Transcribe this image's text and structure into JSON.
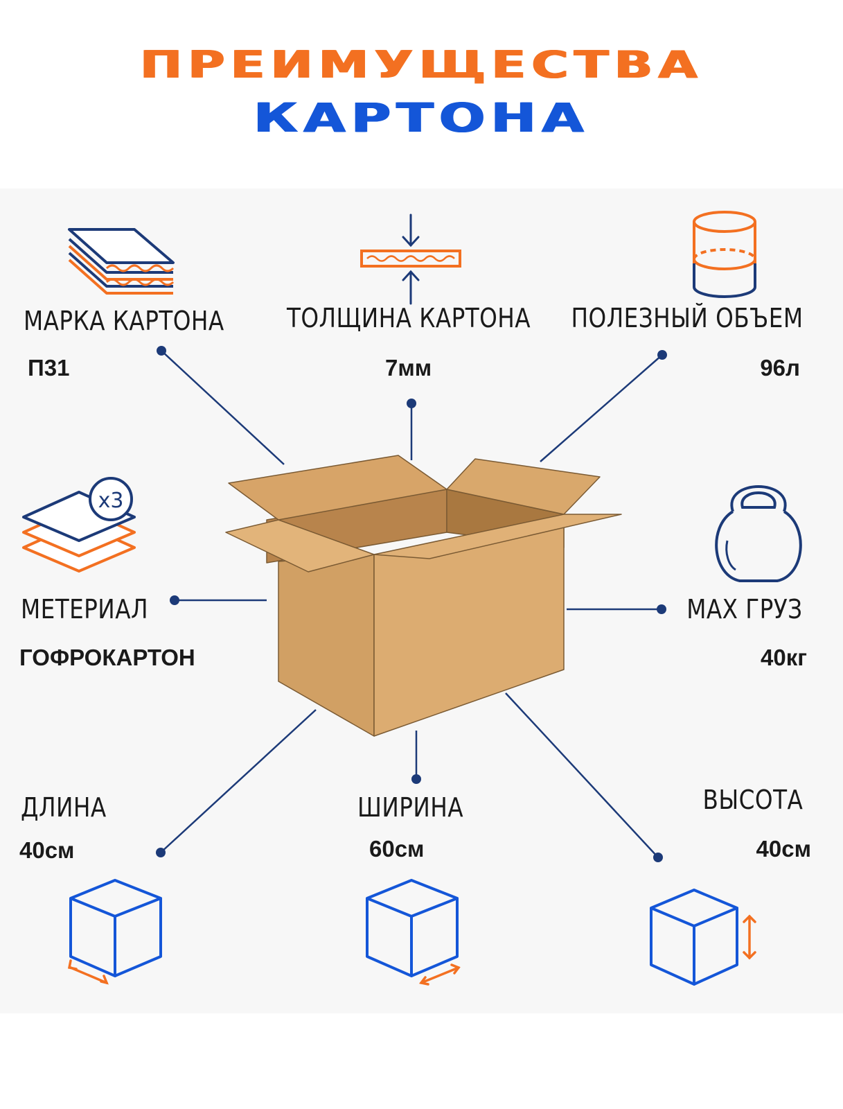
{
  "title": {
    "line1": "ПРЕИМУЩЕСТВА",
    "line2": "КАРТОНА"
  },
  "colors": {
    "orange": "#f37021",
    "blue": "#1456d8",
    "navy": "#1c3a78",
    "cardboard": "#d9a86c"
  },
  "features": {
    "brand": {
      "label": "МАРКА КАРТОНА",
      "value": "П31",
      "icon": "layered-sheets-icon"
    },
    "thickness": {
      "label": "ТОЛЩИНА КАРТОНА",
      "value": "7мм",
      "icon": "thickness-icon"
    },
    "volume": {
      "label": "ПОЛЕЗНЫЙ ОБЪЕМ",
      "value": "96л",
      "icon": "cylinder-volume-icon"
    },
    "material": {
      "label": "МЕТЕРИАЛ",
      "value": "ГОФРОКАРТОН",
      "icon": "three-layers-icon",
      "badge": "x3"
    },
    "max_load": {
      "label": "MAX ГРУЗ",
      "value": "40кг",
      "icon": "kettlebell-icon"
    },
    "length": {
      "label": "ДЛИНА",
      "value": "40см",
      "icon": "cube-length-icon"
    },
    "width": {
      "label": "ШИРИНА",
      "value": "60см",
      "icon": "cube-width-icon"
    },
    "height": {
      "label": "ВЫСОТА",
      "value": "40см",
      "icon": "cube-height-icon"
    }
  }
}
